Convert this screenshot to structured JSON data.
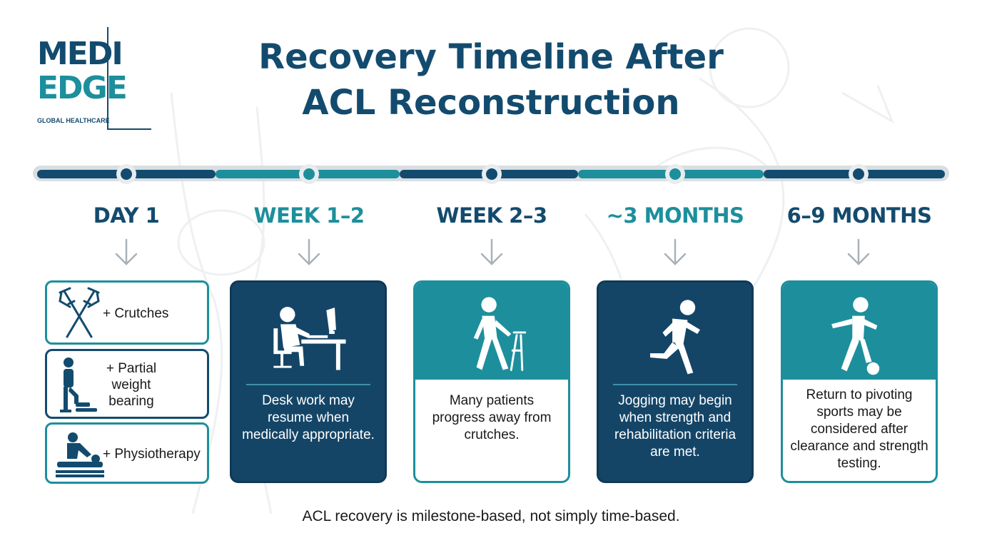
{
  "logo": {
    "line1": "MEDI",
    "line2": "EDGE",
    "subtitle": "GLOBAL HEALTHCARE"
  },
  "title": {
    "line1": "Recovery Timeline After",
    "line2": "ACL Reconstruction"
  },
  "colors": {
    "navy": "#134b6e",
    "teal": "#1d8f9c",
    "dark_card": "#144567",
    "arrow": "#a9b1b7"
  },
  "stages": [
    {
      "label": "DAY 1",
      "color": "#134b6e"
    },
    {
      "label": "WEEK 1–2",
      "color": "#1d8f9c"
    },
    {
      "label": "WEEK 2–3",
      "color": "#134b6e"
    },
    {
      "label": "~3 MONTHS",
      "color": "#1d8f9c"
    },
    {
      "label": "6–9 MONTHS",
      "color": "#134b6e"
    }
  ],
  "day1_items": [
    {
      "icon": "crutches-icon",
      "label": "+ Crutches"
    },
    {
      "icon": "partial-weight-bearing-icon",
      "label": "+ Partial\nweight\nbearing"
    },
    {
      "icon": "physiotherapy-icon",
      "label": "+ Physiotherapy"
    }
  ],
  "cards": [
    {
      "icon": "desk-work-icon",
      "text": "Desk work may resume when medically appropriate."
    },
    {
      "icon": "walking-with-crutches-icon",
      "text": "Many patients progress away from crutches."
    },
    {
      "icon": "jogging-icon",
      "text": "Jogging may begin when strength and rehabilitation criteria are met."
    },
    {
      "icon": "football-player-icon",
      "text": "Return to pivoting sports may be considered after clearance and strength testing."
    }
  ],
  "footer": "ACL recovery is milestone-based, not simply time-based."
}
